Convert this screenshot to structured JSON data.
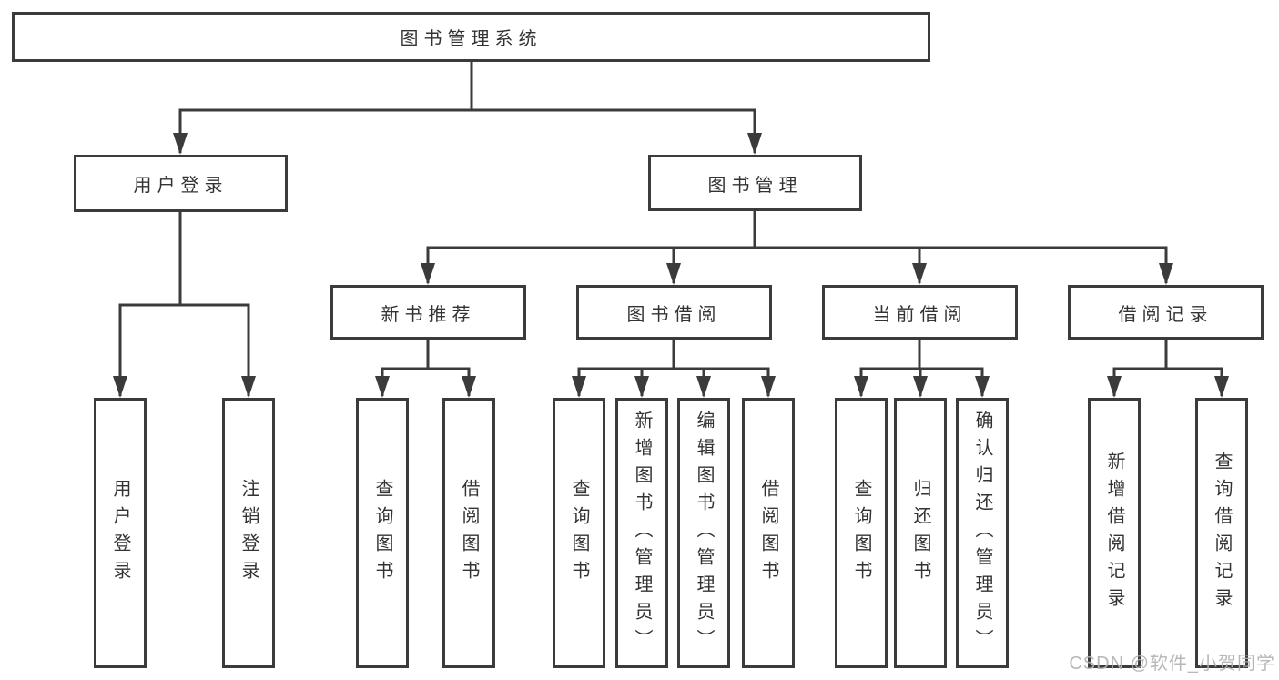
{
  "root": {
    "label": "图书管理系统"
  },
  "level2": [
    {
      "label": "用户登录",
      "children": [
        {
          "label": "用户登录"
        },
        {
          "label": "注销登录"
        }
      ]
    },
    {
      "label": "图书管理"
    }
  ],
  "level3": [
    {
      "label": "新书推荐",
      "children": [
        {
          "label": "查询图书"
        },
        {
          "label": "借阅图书"
        }
      ]
    },
    {
      "label": "图书借阅",
      "children": [
        {
          "label": "查询图书"
        },
        {
          "label": "新增图书（管理员）"
        },
        {
          "label": "编辑图书（管理员）"
        },
        {
          "label": "借阅图书"
        }
      ]
    },
    {
      "label": "当前借阅",
      "children": [
        {
          "label": "查询图书"
        },
        {
          "label": "归还图书"
        },
        {
          "label": "确认归还（管理员）"
        }
      ]
    },
    {
      "label": "借阅记录",
      "children": [
        {
          "label": "新增借阅记录"
        },
        {
          "label": "查询借阅记录"
        }
      ]
    }
  ],
  "watermark": {
    "text": "CSDN @软件_小贺同学"
  },
  "colors": {
    "line": "#3b3b3b",
    "box_border": "#3b3b3b",
    "text": "#333333",
    "background": "#ffffff",
    "watermark": "#b1b1b1"
  }
}
